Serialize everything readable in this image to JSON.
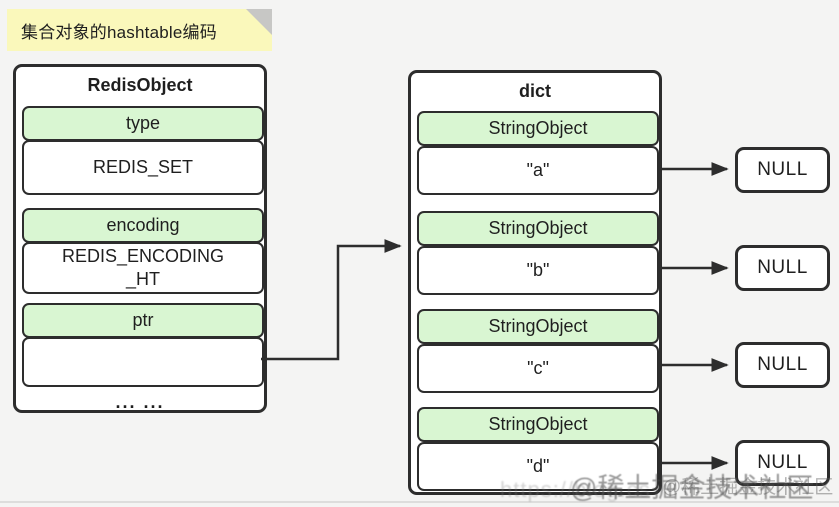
{
  "note": {
    "text": "集合对象的hashtable编码"
  },
  "colors": {
    "background": "#f4f4f3",
    "note_yellow": "#faf8bb",
    "fold_gray": "#c7c7c5",
    "green": "#d9f6d2",
    "border": "#2d2d2d",
    "box_white": "#ffffff"
  },
  "redis_object": {
    "title": "RedisObject",
    "fields": [
      {
        "label": "type",
        "value": "REDIS_SET"
      },
      {
        "label": "encoding",
        "value": "REDIS_ENCODING_HT"
      },
      {
        "label": "ptr",
        "value": ""
      }
    ],
    "ellipsis": "... ..."
  },
  "dict": {
    "title": "dict",
    "entries": [
      {
        "type": "StringObject",
        "value": "\"a\"",
        "next": "NULL"
      },
      {
        "type": "StringObject",
        "value": "\"b\"",
        "next": "NULL"
      },
      {
        "type": "StringObject",
        "value": "\"c\"",
        "next": "NULL"
      },
      {
        "type": "StringObject",
        "value": "\"d\"",
        "next": "NULL"
      }
    ]
  },
  "watermark": {
    "community": "@稀土掘金技术社区",
    "url_fragment": "https://blog.cs"
  }
}
